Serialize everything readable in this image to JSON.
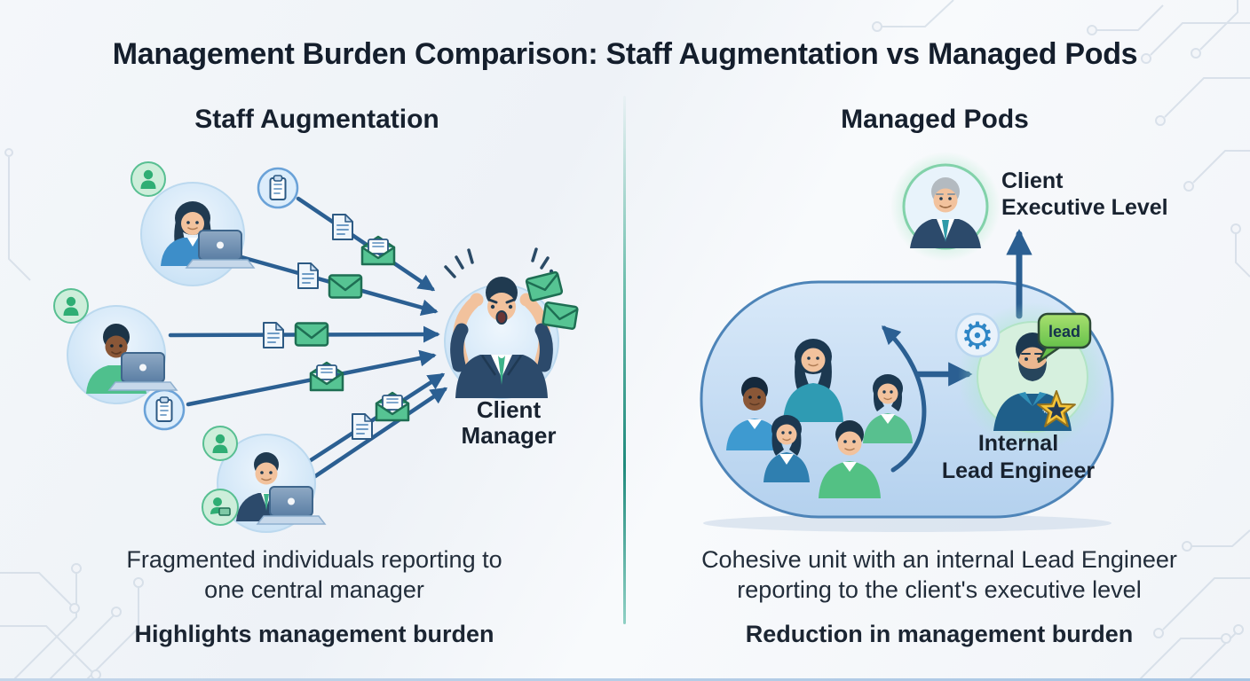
{
  "title": "Management Burden Comparison: Staff Augmentation vs Managed Pods",
  "left_panel": {
    "header": "Staff Augmentation",
    "manager_label": [
      "Client",
      "Manager"
    ],
    "caption": [
      "Fragmented individuals reporting to",
      "one central manager"
    ],
    "caption_emphasis": "Highlights management burden"
  },
  "right_panel": {
    "header": "Managed Pods",
    "executive_label": [
      "Client",
      "Executive Level"
    ],
    "lead_badge_label": "lead",
    "lead_label": [
      "Internal",
      "Lead Engineer"
    ],
    "caption": [
      "Cohesive unit with an internal Lead Engineer",
      "reporting to the client's executive level"
    ],
    "caption_emphasis": "Reduction in management burden"
  },
  "icons": {
    "gear_icon": "⚙",
    "star_icon": "five-point-gold-star",
    "document_icon": "page-with-folded-corner",
    "envelope_icon": "closed-green-envelope",
    "envelope_open_icon": "open-envelope-with-letter",
    "clipboard_icon": "clipboard-in-circle",
    "member_badge_icon": "green-person-badge",
    "speech_bubble_icon": "lead-speech-bubble"
  },
  "colors": {
    "background": "#f3f6fa",
    "title_text": "#141e2c",
    "body_text": "#1c2734",
    "divider_teal": "#2f9d8f",
    "arrow_blue": "#2b5f92",
    "pod_fill": "#c9def4",
    "pod_border": "#4d84b8",
    "envelope_green": "#56c493",
    "badge_green": "#2fae74",
    "bubble_green": "#6ac04e",
    "star_gold": "#f6c437"
  }
}
